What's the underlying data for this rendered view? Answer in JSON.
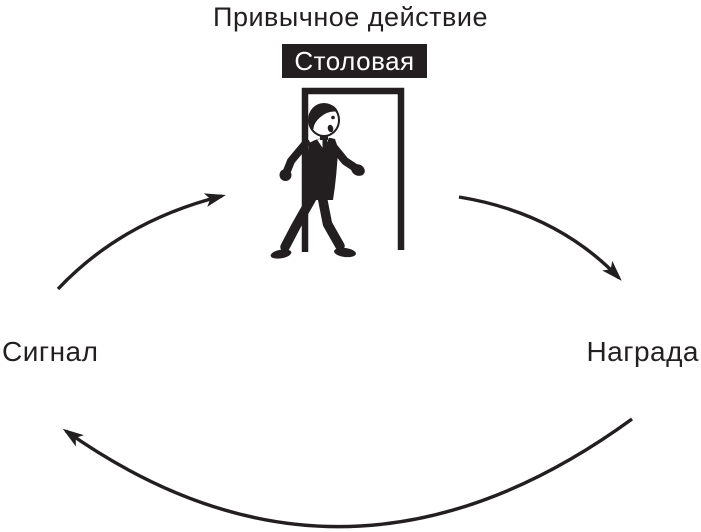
{
  "diagram": {
    "title": "Привычное действие",
    "room_label": "Столовая",
    "cue_label": "Сигнал",
    "reward_label": "Награда",
    "colors": {
      "ink": "#231f20",
      "room_box_bg": "#231f20",
      "room_box_text": "#ffffff",
      "background": "#ffffff"
    },
    "cycle": [
      {
        "from": "Сигнал",
        "to": "Привычное действие"
      },
      {
        "from": "Привычное действие",
        "to": "Награда"
      },
      {
        "from": "Награда",
        "to": "Сигнал"
      }
    ]
  }
}
